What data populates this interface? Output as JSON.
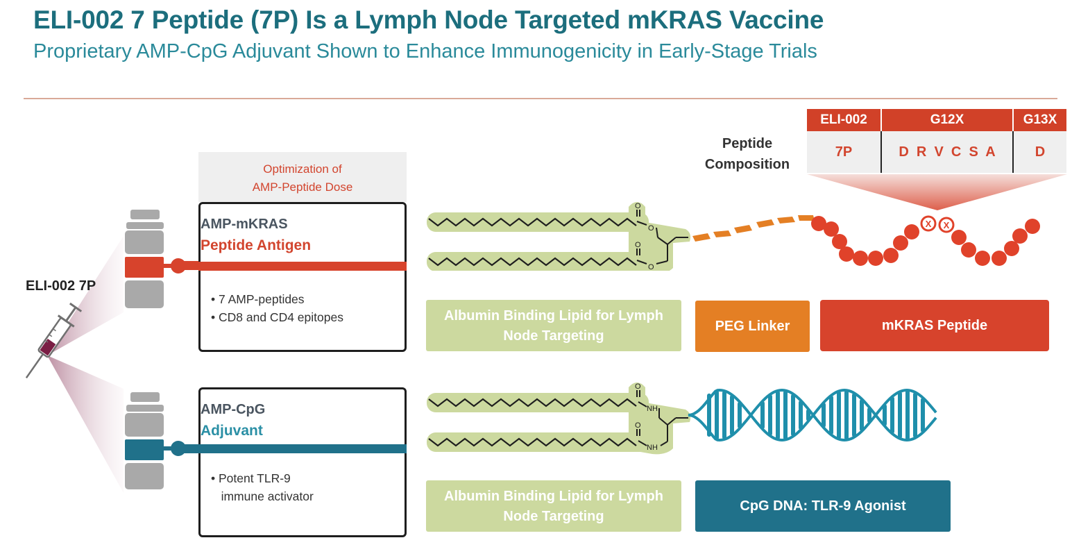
{
  "header": {
    "title": "ELI-002 7 Peptide (7P) Is a Lymph Node Targeted mKRAS Vaccine",
    "subtitle": "Proprietary AMP-CpG Adjuvant Shown to Enhance Immunogenicity in Early-Stage Trials"
  },
  "left": {
    "product_label": "ELI-002 7P"
  },
  "optimization": {
    "line1": "Optimization of",
    "line2": "AMP-Peptide Dose"
  },
  "antigen_box": {
    "name": "AMP-mKRAS",
    "subname": "Peptide Antigen",
    "bullets": [
      "7 AMP-peptides",
      "CD8 and CD4 epitopes"
    ]
  },
  "adjuvant_box": {
    "name": "AMP-CpG",
    "subname": "Adjuvant",
    "bullets": [
      "Potent TLR-9",
      "immune activator"
    ]
  },
  "molecule1": {
    "lipid_label_line1": "Albumin Binding Lipid for Lymph",
    "lipid_label_line2": "Node Targeting",
    "linker_label": "PEG Linker",
    "peptide_label": "mKRAS Peptide",
    "atom_o": "O",
    "mutation_mark": "X"
  },
  "molecule2": {
    "lipid_label_line1": "Albumin Binding Lipid for Lymph",
    "lipid_label_line2": "Node Targeting",
    "cpg_label": "CpG DNA: TLR-9 Agonist",
    "atom_o": "O",
    "atom_nh": "NH"
  },
  "composition": {
    "label_line1": "Peptide",
    "label_line2": "Composition",
    "headers": [
      "ELI-002",
      "G12X",
      "G13X"
    ],
    "row": [
      "7P",
      "D  R  V  C  S  A",
      "D"
    ]
  },
  "colors": {
    "title": "#1c6e7d",
    "red": "#d7432c",
    "orange": "#e47f24",
    "teal": "#20718a",
    "green": "#ccd99f",
    "dna": "#1f8fab"
  }
}
